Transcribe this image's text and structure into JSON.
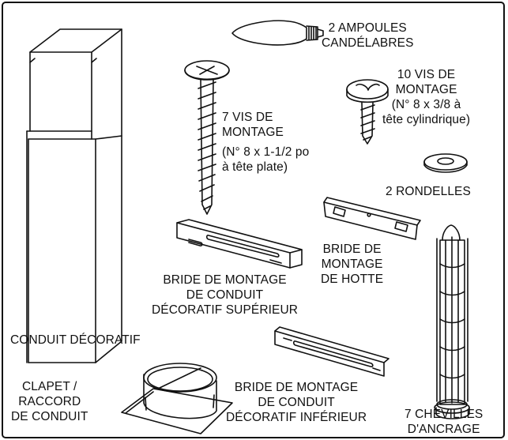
{
  "labels": {
    "bulbs": [
      "2 AMPOULES",
      "CANDÉLABRES"
    ],
    "screws_10": [
      "10 VIS DE",
      "MONTAGE",
      "(N° 8 x 3/8 à",
      "tête cylindrique)"
    ],
    "screws_7": [
      "7 VIS DE",
      "MONTAGE",
      "(N° 8 x 1-1/2 po",
      "à tête plate)"
    ],
    "washers": "2 RONDELLES",
    "hood_bracket": [
      "BRIDE DE",
      "MONTAGE",
      "DE HOTTE"
    ],
    "upper_bracket": [
      "BRIDE DE MONTAGE",
      "DE CONDUIT",
      "DÉCORATIF SUPÉRIEUR"
    ],
    "duct": "CONDUIT DÉCORATIF",
    "damper": [
      "CLAPET /",
      "RACCORD",
      "DE CONDUIT"
    ],
    "lower_bracket": [
      "BRIDE DE MONTAGE",
      "DE CONDUIT",
      "DÉCORATIF INFÉRIEUR"
    ],
    "anchors": [
      "7 CHEVILLES",
      "D'ANCRAGE"
    ]
  },
  "colors": {
    "line": "#111111",
    "background": "#ffffff"
  },
  "icons": [
    "decorative-duct-icon",
    "candelabra-bulb-icon",
    "flat-head-screw-icon",
    "cylinder-head-screw-icon",
    "washer-icon",
    "hood-bracket-icon",
    "upper-bracket-icon",
    "lower-bracket-icon",
    "damper-icon",
    "anchor-icon"
  ]
}
